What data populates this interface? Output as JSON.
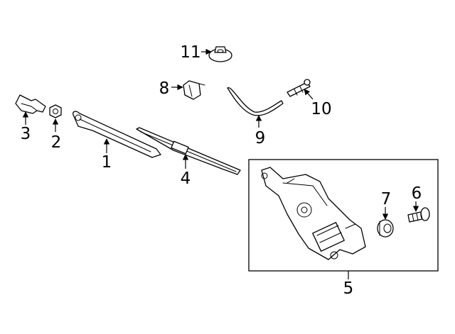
{
  "diagram": {
    "callouts": {
      "c1": "1",
      "c2": "2",
      "c3": "3",
      "c4": "4",
      "c5": "5",
      "c6": "6",
      "c7": "7",
      "c8": "8",
      "c9": "9",
      "c10": "10",
      "c11": "11"
    }
  },
  "colors": {
    "line": "#000000",
    "background": "#ffffff"
  }
}
